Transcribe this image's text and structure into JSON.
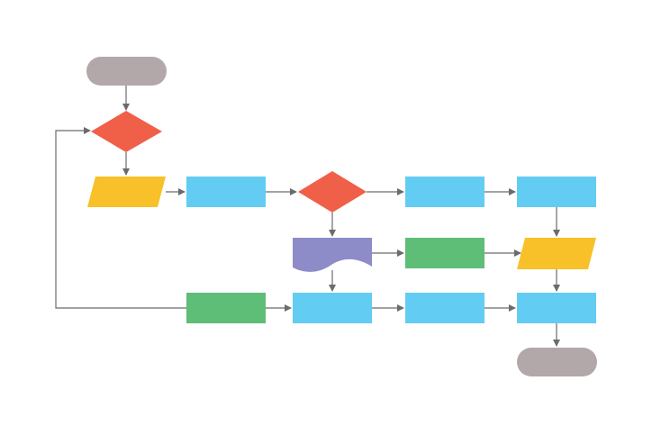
{
  "colors": {
    "terminal": "#b3a8a9",
    "decision": "#f05f48",
    "io": "#f8c12a",
    "process": "#63ccf2",
    "alt_process": "#5ebd77",
    "document": "#8d8bc8",
    "connector": "#6b6b6b",
    "background": "#ffffff"
  },
  "nodes": {
    "start": {
      "shape": "terminal",
      "label": ""
    },
    "decision_1": {
      "shape": "decision",
      "label": ""
    },
    "input_1": {
      "shape": "io",
      "label": ""
    },
    "process_1": {
      "shape": "process",
      "label": ""
    },
    "decision_2": {
      "shape": "decision",
      "label": ""
    },
    "process_2": {
      "shape": "process",
      "label": ""
    },
    "process_3": {
      "shape": "process",
      "label": ""
    },
    "document_1": {
      "shape": "document",
      "label": ""
    },
    "alt_process_1": {
      "shape": "alt_process",
      "label": ""
    },
    "io_2": {
      "shape": "io",
      "label": ""
    },
    "alt_process_2": {
      "shape": "alt_process",
      "label": ""
    },
    "process_4": {
      "shape": "process",
      "label": ""
    },
    "process_5": {
      "shape": "process",
      "label": ""
    },
    "process_6": {
      "shape": "process",
      "label": ""
    },
    "end": {
      "shape": "terminal",
      "label": ""
    }
  },
  "edges": [
    {
      "from": "start",
      "to": "decision_1"
    },
    {
      "from": "decision_1",
      "to": "input_1"
    },
    {
      "from": "input_1",
      "to": "process_1"
    },
    {
      "from": "process_1",
      "to": "decision_2"
    },
    {
      "from": "decision_2",
      "to": "process_2"
    },
    {
      "from": "process_2",
      "to": "process_3"
    },
    {
      "from": "decision_2",
      "to": "document_1"
    },
    {
      "from": "document_1",
      "to": "alt_process_1"
    },
    {
      "from": "alt_process_1",
      "to": "io_2"
    },
    {
      "from": "process_3",
      "to": "io_2"
    },
    {
      "from": "document_1",
      "to": "process_4"
    },
    {
      "from": "alt_process_2",
      "to": "process_4"
    },
    {
      "from": "process_4",
      "to": "process_5"
    },
    {
      "from": "process_5",
      "to": "process_6"
    },
    {
      "from": "io_2",
      "to": "process_6"
    },
    {
      "from": "process_6",
      "to": "end"
    },
    {
      "from": "alt_process_2",
      "to": "decision_1"
    }
  ]
}
